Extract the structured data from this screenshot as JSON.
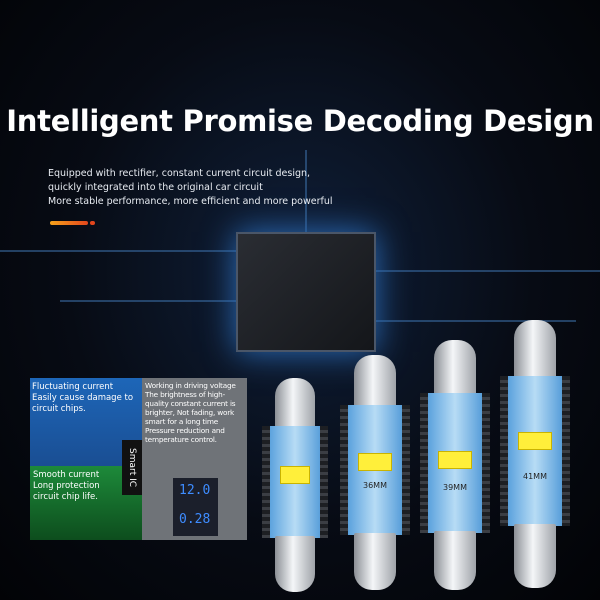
{
  "title": "Intelligent Promise Decoding Design",
  "description": [
    "Equipped with rectifier, constant current circuit design,",
    "quickly integrated into the original car circuit",
    "More stable performance, more efficient and more powerful"
  ],
  "panel": {
    "fluctuating": [
      "Fluctuating current",
      "Easily cause damage to circuit chips."
    ],
    "smooth": [
      "Smooth current",
      "Long protection circuit chip life."
    ],
    "working": "Working in driving voltage The brightness of high-quality constant current is brighter, Not fading, work smart for a long time Pressure reduction and temperature control.",
    "smart_ic": "Smart IC",
    "voltage": "12.0",
    "current": "0.28"
  },
  "bulbs": [
    {
      "size": ""
    },
    {
      "size": "36MM"
    },
    {
      "size": "39MM"
    },
    {
      "size": "41MM"
    }
  ],
  "colors": {
    "accent_bar": "#f7a21b",
    "led": "#ffef3a",
    "board": "#3f90d6"
  }
}
